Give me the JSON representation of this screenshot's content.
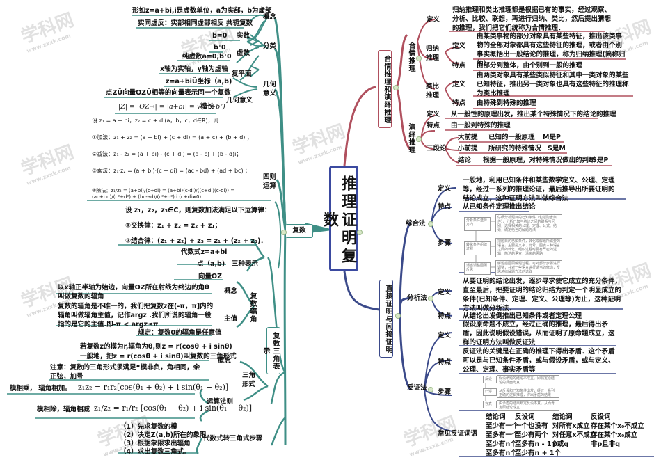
{
  "central_topic": "推理证明复数",
  "watermark": {
    "text": "学科网",
    "url_text": "www.zxxk.com"
  },
  "colors": {
    "complex_branch": "#3f8f86",
    "reasoning_branch": "#b0505e",
    "proof_branch": "#3b4a8a",
    "center_border": "#3b4aa0"
  },
  "complex": {
    "label": "复数",
    "concept": {
      "label": "概念",
      "form": "形如z=a+bi,i是虚数单位，a为实部，b为虚部",
      "conjugate_label": "共轭复数",
      "conjugate_text": "实同虚反：实部相同虚部相反"
    },
    "classify": {
      "label": "分类",
      "real_label": "实数",
      "real_cond": "b=0",
      "imag_label": "虚数",
      "imag_cond": "b¹0",
      "pure_imag": "纯虚数a=0,b¹0"
    },
    "geometry": {
      "label": "几何意义",
      "plane_label": "复平面",
      "plane_axes": "x轴为实轴，y轴为虚轴",
      "plane_coord": "z=a+biÛ坐标（a,b)",
      "meaning_label": "几何意义",
      "meaning_text": "点ZÛ向量OZÛ相等的向量表示同一个复数",
      "modulus_label": "模长",
      "modulus_formula": "|Z| = |OZ→| = |a+bi| = √(a²+b²)"
    },
    "arithmetic": {
      "label": "四则运算",
      "setup": "设 z₁ = a + bi，z₂ = c + di(a，b，c，d∈R)，则",
      "add": "①加法：z₁ + z₂ = (a + bi) + (c + di) = (a + c) + (b + d)i；",
      "sub": "②减法：z₁ - z₂ = (a + bi) - (c + di) = (a - c) + (b - d)i；",
      "mul": "③乘法：z₁·z₂ = (a + bi)·(c + di) = (ac - bd) + (ad + bc)i；",
      "div": "④除法：z₁/z₂ = (a+bi)/(c+di) = (a+bi)(c-di)/((c+di)(c-di)) = (ac+bd)/(c²+d²) + (bc-ad)/(c²+d²) i (c+di≠0)",
      "laws_setup": "设 z₁，z₂，z₃∈C，则复数加法满足以下运算律：",
      "law1": "①交换律：z₁ + z₂ = z₂ + z₁；",
      "law2": "②结合律：(z₁ + z₂) + z₃ = z₁ + (z₂ + z₃)．"
    },
    "trig": {
      "label": "复数三角表示",
      "three_forms_label": "三种表示",
      "form_algebraic": "代数式z=a+bi",
      "form_point": "点（a,b)",
      "form_vector": "向量OZ",
      "arg_label": "复数辐角",
      "arg_concept_label": "概念",
      "arg_concept": "以x轴正半轴为始边，向量OZ所在射线为终边的角θ叫做复数的辐角",
      "arg_principal_label": "主值",
      "arg_principal": "复数的辐角是不唯一的，我们把复数z在(-π，π]内的辐角叫做辐角主值，记作argz .我们所说的辐角一般指的是它的主值.即-π < argz≤π",
      "arg_zero": "规定：复数0的辐角是任意值",
      "trigform_label": "三角形式",
      "trigform_concept_label": "概念",
      "trigform_if": "若复数z的模为r,辐角为θ,则z = r(cosθ + i sinθ)",
      "trigform_def": "一般地，把z = r(cosθ + i sinθ)叫复数的三角形式",
      "trigform_note": "注意：复数的三角形式须满足“模非负，角相同，余正弦，加号",
      "ops_label": "运算法则",
      "mul_text": "模相乘，  辐角相加。",
      "mul_formula": "z₁z₂ = r₁r₂[cos(θ₁ + θ₂) + i sin(θ₁ + θ₂)]",
      "div_text": "模相除，辐角相减",
      "div_formula": "z₁/z₂ = r₁/r₂ [cos(θ₁ − θ₂) + i sin(θ₁ − θ₂)]",
      "steps_label": "代数式转三角式步骤",
      "steps": [
        "（1）先求复数的模",
        "（2）决定Z(a,b)所在的象限",
        "（3）根据象限求出辐角",
        "（4）求出复数三角式。"
      ]
    }
  },
  "reasoning": {
    "label": "合情推理和演绎推理",
    "plausible": {
      "label": "合情推理",
      "def_label": "定义",
      "def": "归纳推理和类比推理都是根据已有的事实，经过观察、分析、比较、联想，再进行归纳、类比，然后提出猜想的推理，我们把它们统称为合情推理．",
      "induction_label": "归纳推理",
      "induction_def_label": "定义",
      "induction_def": "由某类事物的部分对象具有某些特征，推出该类事物的全部对象都具有这些特征的推理，或者由个别事实概括出一般结论的推理，称为归纳推理(简称归纳）",
      "induction_feat_label": "特点",
      "induction_feat": "由部分到整体，由个别到一般的推理",
      "analogy_label": "类比推理",
      "analogy_def_label": "定义",
      "analogy_def": "由两类对象具有某些类似特征和其中一类对象的某些已知特征，推出另一类对象也具有这些特征的推理称为类比推理",
      "analogy_feat_label": "特点",
      "analogy_feat": "由特殊到特殊的推理"
    },
    "deductive": {
      "label": "演绎推理",
      "def_label": "定义",
      "def": "从一般性的原理出发，推出某个特殊情况下的结论的推理",
      "feat_label": "特点",
      "feat": "由一般到特殊的推理",
      "syllogism_label": "三段论",
      "major_label": "大前提",
      "major": "已知的一般原理",
      "major_form": "M是P",
      "minor_label": "小前提",
      "minor": "所研究的特殊情况",
      "minor_form": "S是M",
      "conclusion_label": "结论",
      "conclusion": "根据一般原理，对特殊情况做出的判断",
      "conclusion_form": "S是P"
    }
  },
  "proof": {
    "label": "直接证明与间接证明",
    "synthetic": {
      "label": "综合法",
      "def_label": "定义",
      "def": "一般地，利用已知条件和某些数学定义、公理、定理等，经过一系列的推理论证，最后推导出所要证明的结论成立，这种证明方法叫做综合法",
      "feat_label": "特点",
      "feat": "从已知条件定理推出结论",
      "steps_label": "步骤",
      "steps": [
        {
          "title": "分析条件选择方向",
          "desc": "仔细分析题目的已知条件（包括隐含条件），分析已知与结论之间的联系与区别，选择相关的公理、定理、公式、结论，确定恰当的解题方法"
        },
        {
          "title": "转化条件组织过程",
          "desc": "把题目的已知条件，转化成解题所需要的语言，主要是文字、符号、图表三种语言之间的转化，组织过程时要有严密的逻辑，简洁的语言，清晰的思路"
        },
        {
          "title": "适当调整回顾反思",
          "desc": "解题后回顾解题过程，可对部分步骤进行调整，并对一些语言进行适当的修饰，反思总结解题方法的选取"
        }
      ]
    },
    "analytic": {
      "label": "分析法",
      "def_label": "定义",
      "def": "从要证明的结论出发，逐步寻求使它成立的充分条件，直至最后，把要证明的结论归结为判定一个明显成立的条件(已知条件、定理、定义、公理等)为止，这种证明方法叫做分析法．",
      "feat_label": "特点",
      "feat": "从结论出发倒推出已知条件或者定理公理"
    },
    "contradiction": {
      "label": "反证法",
      "def_label": "定义",
      "def": "假设原命题不成立，经过正确的推理，最后得出矛盾，因此说明假设错误，从而证明了原命题成立，这样的证明方法叫做反证法",
      "feat_label": "特点",
      "feat": "反证法的关键是在正确的推理下得出矛盾．这个矛盾可以是与已知条件矛盾，或与假设矛盾，或与定义、公理、定理、事实矛盾等",
      "steps_label": "步骤",
      "steps": [
        {
          "title": "反设",
          "desc": "假设命题的结论不成立，即假定原结论的反面为真"
        },
        {
          "title": "归谬",
          "desc": "从反设和已知条件出发，经过一系列正确的逻辑推理，得出矛盾的结果"
        },
        {
          "title": "存真",
          "desc": "由矛盾的结果断定反设不真，从而肯定原结论成立"
        }
      ],
      "words_label": "常见反证词语",
      "words_table": {
        "headers": [
          "结论词",
          "反设词",
          "结论词",
          "反设词"
        ],
        "rows": [
          [
            "至少有一个",
            "一个也没有",
            "对所有x成立",
            "存在某个x₀不成立"
          ],
          [
            "至多有一个",
            "至少有两个",
            "对任意x不成立",
            "存在某个x₀成立"
          ],
          [
            "至少有n个",
            "至多有n - 1个",
            "p或q",
            "非p且非q"
          ],
          [
            "至多有n个",
            "至少有n + 1个",
            "",
            ""
          ]
        ]
      }
    }
  }
}
